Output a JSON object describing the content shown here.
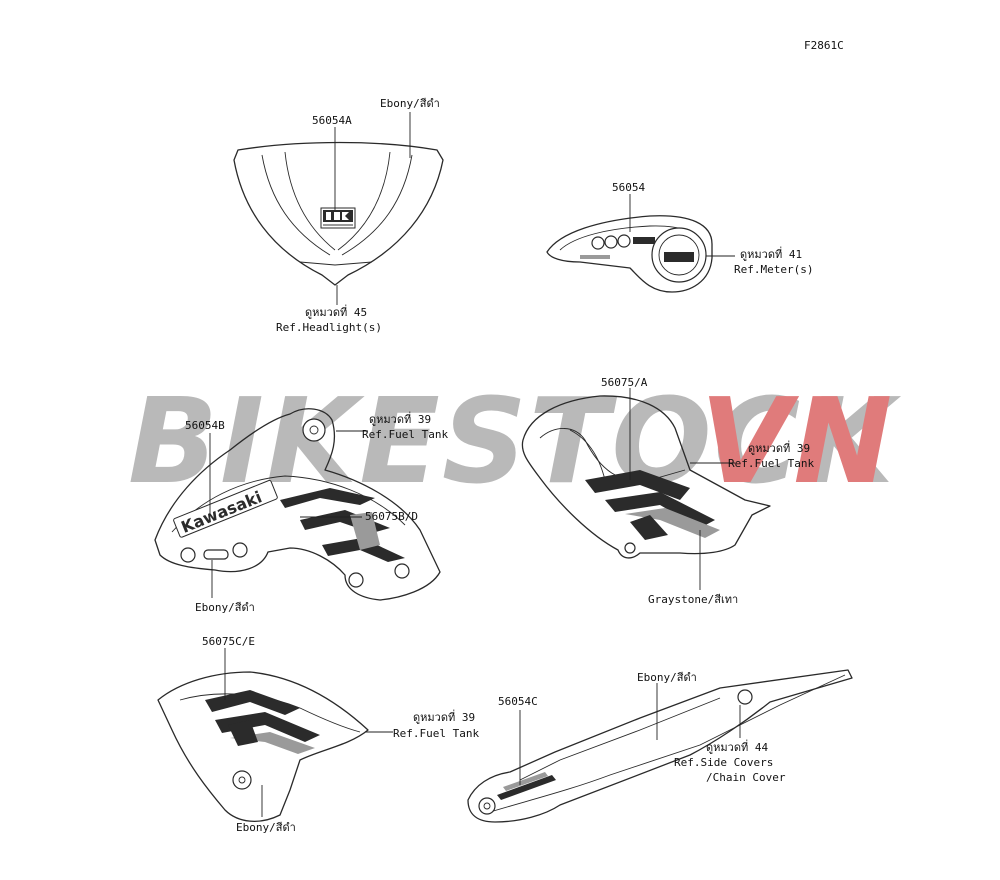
{
  "figure_code": "F2861C",
  "watermark": {
    "text_a": "BIKESTOCK",
    "text_b": "VN",
    "color_a": "#b9b9b9",
    "color_b": "#e07b7b"
  },
  "parts": {
    "p56054A": {
      "part_no": "56054A",
      "finish": "Ebony/สีดำ",
      "ref_th": "ดูหมวดที่ 45",
      "ref_en": "Ref.Headlight(s)"
    },
    "p56054": {
      "part_no": "56054",
      "ref_th": "ดูหมวดที่ 41",
      "ref_en": "Ref.Meter(s)"
    },
    "p56054B": {
      "part_no": "56054B",
      "shroud_ref_th": "ดูหมวดที่ 39",
      "shroud_ref_en": "Ref.Fuel Tank",
      "partner_no": "56075B/D",
      "finish": "Ebony/สีดำ",
      "brand_text": "Kawasaki"
    },
    "p56075A": {
      "part_no": "56075/A",
      "ref_th": "ดูหมวดที่ 39",
      "ref_en": "Ref.Fuel Tank",
      "finish": "Graystone/สีเทา"
    },
    "p56075CE": {
      "part_no": "56075C/E",
      "ref_th": "ดูหมวดที่ 39",
      "ref_en": "Ref.Fuel Tank",
      "finish": "Ebony/สีดำ"
    },
    "p56054C": {
      "part_no": "56054C",
      "finish": "Ebony/สีดำ",
      "ref_th": "ดูหมวดที่ 44",
      "ref_en_1": "Ref.Side Covers",
      "ref_en_2": "/Chain Cover"
    }
  }
}
